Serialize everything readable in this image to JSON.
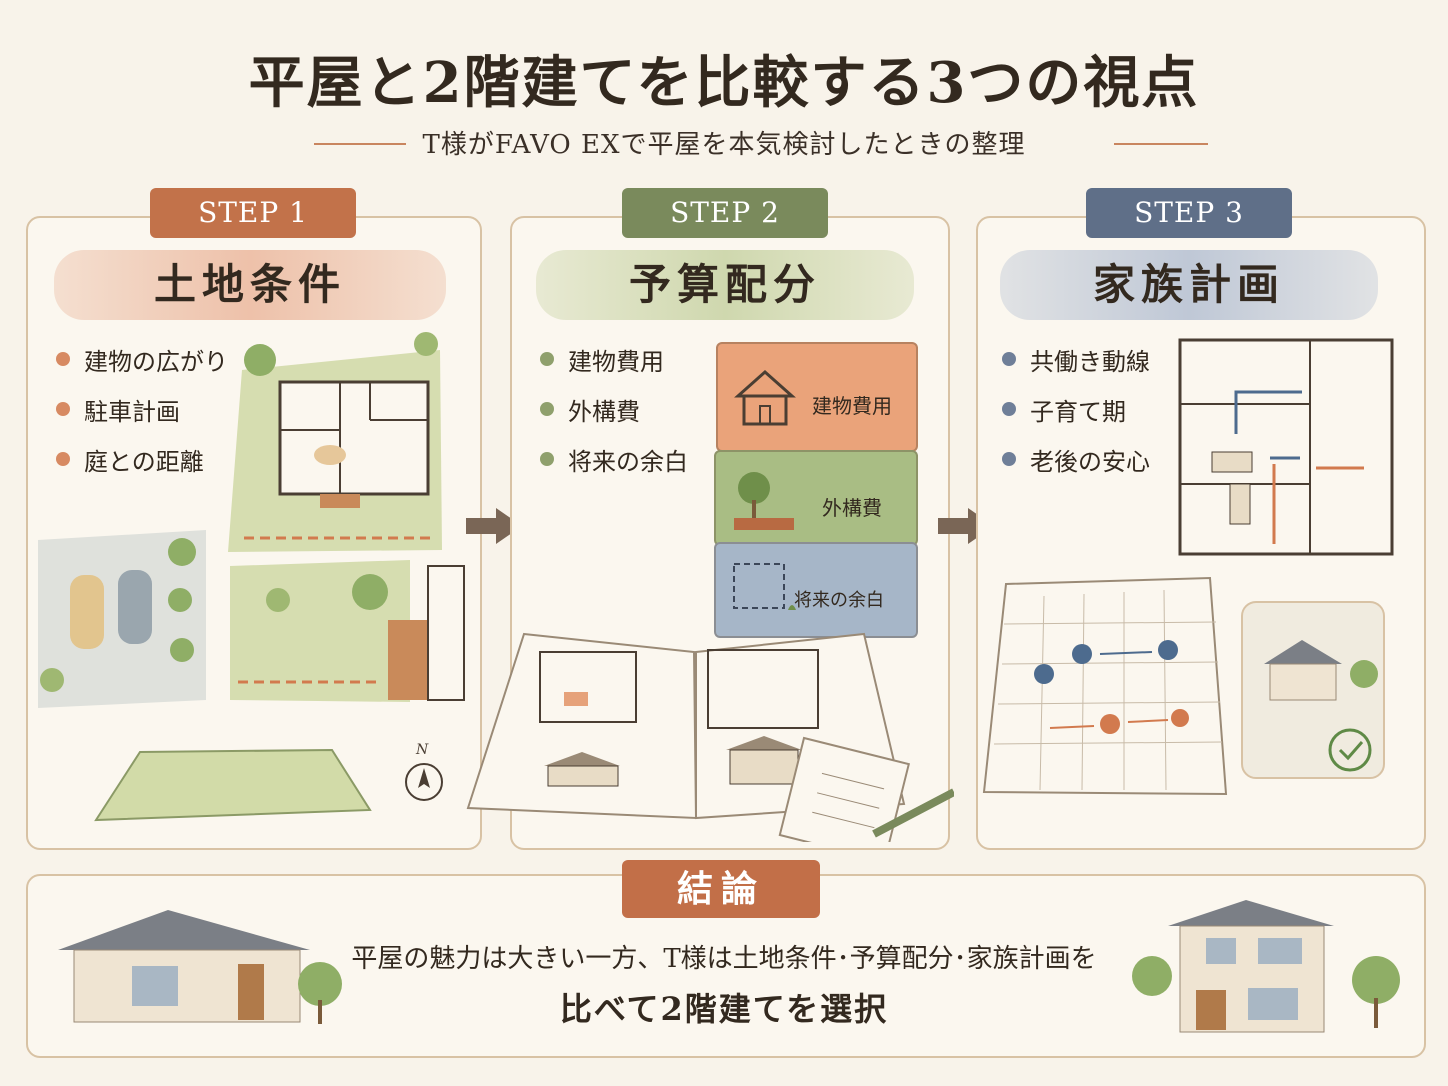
{
  "title": "平屋と2階建てを比較する3つの視点",
  "subtitle": "T様がFAVO EXで平屋を本気検討したときの整理",
  "colors": {
    "step1": "#c2724a",
    "step2": "#7a8a5c",
    "step3": "#5f6f88",
    "bg": "#f8f3ea"
  },
  "steps": [
    {
      "badge": "STEP 1",
      "heading": "土地条件",
      "bullets": [
        "建物の広がり",
        "駐車計画",
        "庭との距離"
      ]
    },
    {
      "badge": "STEP 2",
      "heading": "予算配分",
      "bullets": [
        "建物費用",
        "外構費",
        "将来の余白"
      ]
    },
    {
      "badge": "STEP 3",
      "heading": "家族計画",
      "bullets": [
        "共働き動線",
        "子育て期",
        "老後の安心"
      ]
    }
  ],
  "budget_blocks": [
    "建物費用",
    "外構費",
    "将来の余白"
  ],
  "compass_label": "N",
  "conclusion": {
    "badge": "結論",
    "line1": "平屋の魅力は大きい一方、T様は土地条件･予算配分･家族計画を",
    "line2": "比べて2階建てを選択"
  }
}
